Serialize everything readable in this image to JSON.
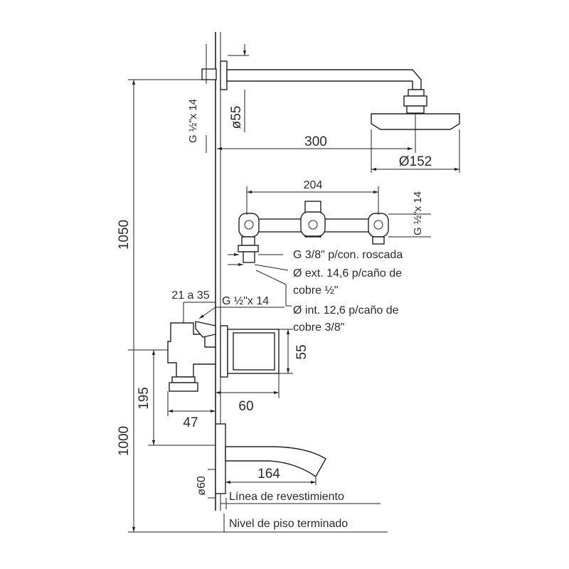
{
  "dimensions": {
    "total_height": "1050",
    "thread_top": "G ½\"x 14",
    "flange_diameter": "ø55",
    "arm_length": "300",
    "head_diameter": "Ø152",
    "center_distance": "204",
    "thread_side": "G ½\"x 14",
    "range_21_35": "21 a 35",
    "thread_mixer": "G ½\"x 14",
    "plate_height": "55",
    "plate_depth": "60",
    "depth_47": "47",
    "height_195": "195",
    "spout_height": "1000",
    "spout_length": "164",
    "spout_diameter": "ø60"
  },
  "notes": {
    "connector_line1": "G 3/8\" p/con. roscada",
    "connector_line2": "Ø ext. 14,6 p/caño de",
    "connector_line3": "cobre ½\"",
    "connector_line4": "Ø int. 12,6 p/caño de",
    "connector_line5": "cobre 3/8\""
  },
  "references": {
    "cladding_line": "Línea de revestimiento",
    "floor_level": "Nivel de piso terminado"
  }
}
